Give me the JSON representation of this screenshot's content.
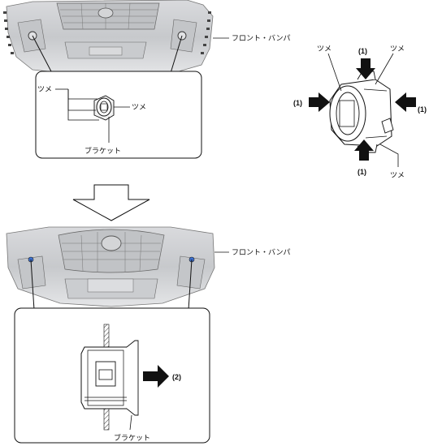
{
  "labels": {
    "front_bumper_top": "フロント・バンパ",
    "front_bumper_bottom": "フロント・バンパ",
    "tab_left": "ツメ",
    "tab_right": "ツメ",
    "bracket_top": "ブラケット",
    "bracket_bottom": "ブラケット",
    "tab_detail_upper_left": "ツメ",
    "tab_detail_upper_right": "ツメ",
    "tab_detail_lower": "ツメ"
  },
  "callouts": {
    "press_top": "(1)",
    "press_left": "(1)",
    "press_right": "(1)",
    "press_bottom": "(1)",
    "pull_out": "(2)"
  }
}
